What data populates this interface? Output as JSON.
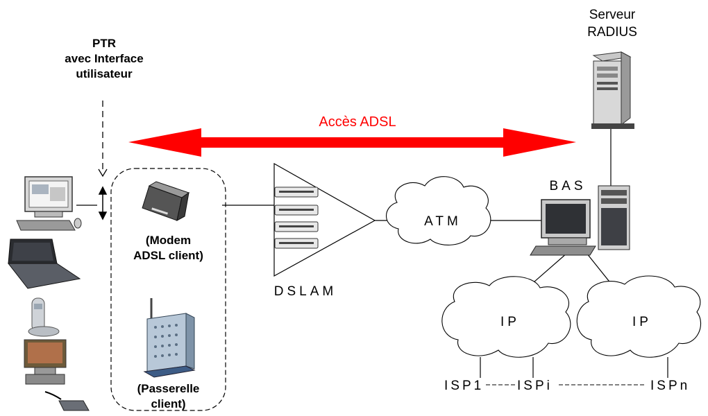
{
  "ptr": {
    "line1": "PTR",
    "line2": "avec Interface",
    "line3": "utilisateur"
  },
  "radius": {
    "line1": "Serveur",
    "line2": "RADIUS"
  },
  "acces": "Accès ADSL",
  "modem": {
    "line1": "(Modem",
    "line2": "ADSL client)"
  },
  "passerelle": {
    "line1": "(Passerelle",
    "line2": "client)"
  },
  "dslam": "DSLAM",
  "atm": "ATM",
  "bas": "BAS",
  "ip1": "IP",
  "ip2": "IP",
  "isp1": "ISP1",
  "ispi": "ISPi",
  "ispn": "ISPn",
  "colors": {
    "arrow": "#ff0000",
    "acces_text": "#ff0000",
    "lines": "#000000"
  }
}
